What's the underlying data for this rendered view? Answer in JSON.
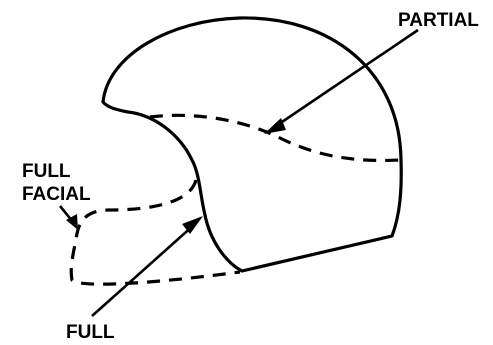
{
  "diagram": {
    "labels": {
      "partial": "PARTIAL",
      "full_facial_line1": "FULL",
      "full_facial_line2": "FACIAL",
      "full": "FULL"
    },
    "colors": {
      "ink": "#000000",
      "background": "#ffffff"
    }
  }
}
